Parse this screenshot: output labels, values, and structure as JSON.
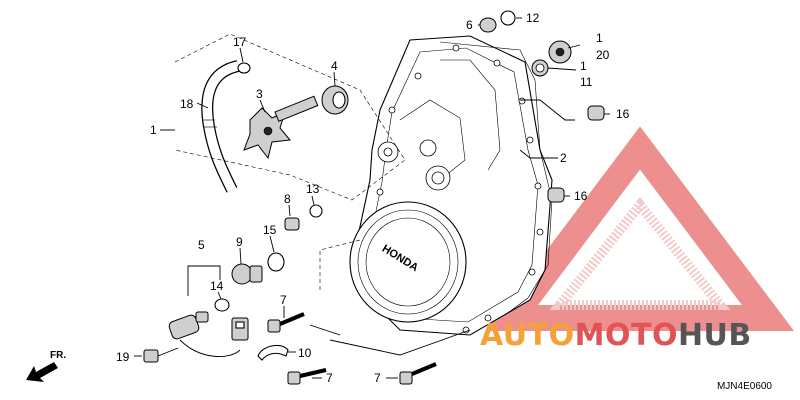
{
  "diagram": {
    "code": "MJN4E0600",
    "direction_label": "FR.",
    "brand_on_cover": "HONDA",
    "watermark": {
      "part1": "AUTO",
      "part2": "MOTO",
      "part3": "HUB",
      "color1": "#f4a13a",
      "color2": "#e05455",
      "color3": "#555555"
    },
    "callouts": [
      {
        "id": "c1a",
        "text": "1"
      },
      {
        "id": "c20",
        "text": "20"
      },
      {
        "id": "c1b",
        "text": "1"
      },
      {
        "id": "c11",
        "text": "11"
      },
      {
        "id": "c6",
        "text": "6"
      },
      {
        "id": "c12",
        "text": "12"
      },
      {
        "id": "c16a",
        "text": "16"
      },
      {
        "id": "c16b",
        "text": "16"
      },
      {
        "id": "c2",
        "text": "2"
      },
      {
        "id": "c17",
        "text": "17"
      },
      {
        "id": "c4",
        "text": "4"
      },
      {
        "id": "c3",
        "text": "3"
      },
      {
        "id": "c18",
        "text": "18"
      },
      {
        "id": "c1c",
        "text": "1"
      },
      {
        "id": "c13",
        "text": "13"
      },
      {
        "id": "c8",
        "text": "8"
      },
      {
        "id": "c9",
        "text": "9"
      },
      {
        "id": "c15",
        "text": "15"
      },
      {
        "id": "c5",
        "text": "5"
      },
      {
        "id": "c14",
        "text": "14"
      },
      {
        "id": "c7a",
        "text": "7"
      },
      {
        "id": "c10",
        "text": "10"
      },
      {
        "id": "c19",
        "text": "19"
      },
      {
        "id": "c7b",
        "text": "7"
      },
      {
        "id": "c7c",
        "text": "7"
      }
    ]
  }
}
